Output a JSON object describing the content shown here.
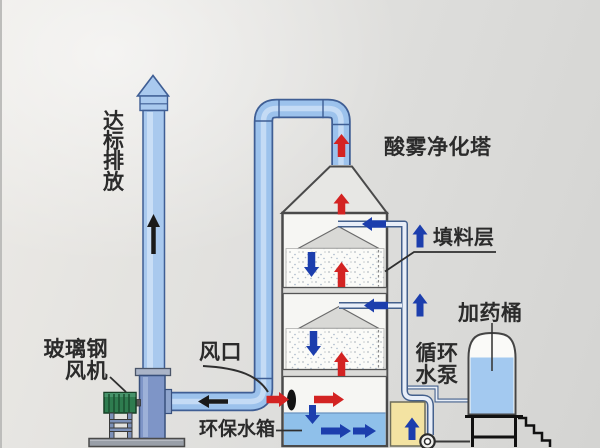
{
  "labels": {
    "discharge": "达标排放",
    "tower_title": "酸雾净化塔",
    "packing_layer": "填料层",
    "dosing_barrel": "加药桶",
    "circulation_pump_line1": "循环",
    "circulation_pump_line2": "水泵",
    "air_inlet": "风口",
    "fan_line1": "玻璃钢",
    "fan_line2": "风机",
    "water_tank": "环保水箱"
  },
  "colors": {
    "background_gray": "#dfdfdd",
    "chimney_blue": "#a9c9ee",
    "pipe_blue": "#9cc2ec",
    "pipe_outline": "#3f5e94",
    "thin_pipe_outline": "#44608c",
    "tower_fill": "#f6f6f3",
    "hood_fill": "#e7e7e4",
    "support_band_fill": "#dbdbd8",
    "cone_fill": "#d9d9d6",
    "water_blue": "#8fc0ea",
    "barrel_liquid_blue": "#a3c9f0",
    "pump_box_yellow": "#f3e3a2",
    "motor_green": "#2e7c4f",
    "fan_casing_blue": "#7e95c7",
    "flow_red": "#d32322",
    "flow_blue": "#1c3ead",
    "flow_black": "#1a1a1a",
    "label_text": "#2b2b2b"
  },
  "flow_arrows": [
    {
      "name": "clean-gas-up-outlet-pipe",
      "direction": "up",
      "color": "red"
    },
    {
      "name": "gas-up-tower-hood",
      "direction": "up",
      "color": "red"
    },
    {
      "name": "spray-water-in-upper",
      "direction": "left",
      "color": "blue"
    },
    {
      "name": "circulation-up-upper",
      "direction": "up",
      "color": "blue"
    },
    {
      "name": "water-down-packing-upper",
      "direction": "down",
      "color": "blue"
    },
    {
      "name": "gas-up-packing-upper",
      "direction": "up",
      "color": "red"
    },
    {
      "name": "spray-water-in-lower",
      "direction": "left",
      "color": "blue"
    },
    {
      "name": "circulation-up-lower",
      "direction": "up",
      "color": "blue"
    },
    {
      "name": "water-down-packing-lower",
      "direction": "down",
      "color": "blue"
    },
    {
      "name": "gas-up-packing-lower",
      "direction": "up",
      "color": "red"
    },
    {
      "name": "dirty-gas-inlet",
      "direction": "right",
      "color": "red"
    },
    {
      "name": "gas-right-tank",
      "direction": "right",
      "color": "red"
    },
    {
      "name": "water-down-tank",
      "direction": "down",
      "color": "blue"
    },
    {
      "name": "water-right-tank-1",
      "direction": "right",
      "color": "blue"
    },
    {
      "name": "water-right-tank-2",
      "direction": "right",
      "color": "blue"
    },
    {
      "name": "water-up-pump-box",
      "direction": "up",
      "color": "blue"
    },
    {
      "name": "exhaust-up-chimney",
      "direction": "up",
      "color": "black"
    },
    {
      "name": "gas-left-duct",
      "direction": "left",
      "color": "black"
    }
  ]
}
